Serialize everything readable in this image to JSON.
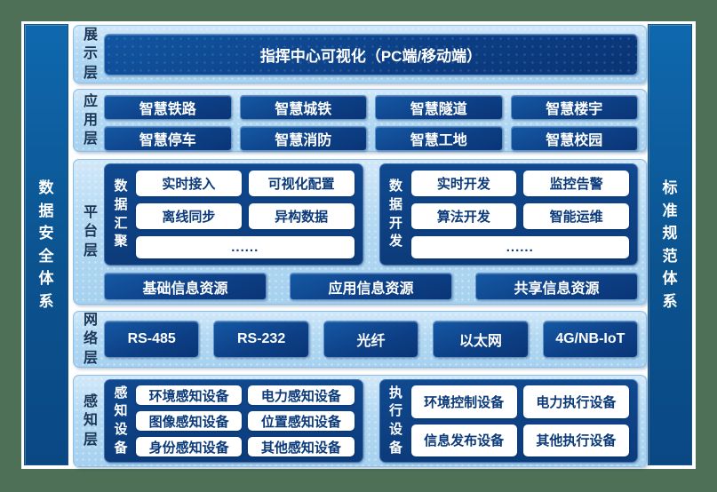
{
  "palette": {
    "frame_green": "#4D7056",
    "layer_light_blue": "#AFD7F2",
    "box_navy": "#0D3F85",
    "pillar_blue": "#0C5A9A",
    "label_navy": "#1B3557",
    "white_box_text": "#0B3A7A"
  },
  "pillars": {
    "left": "数据安全体系",
    "right": "标准规范体系"
  },
  "layers": {
    "presentation": {
      "label": "展示层",
      "box": "指挥中心可视化（PC端/移动端）"
    },
    "application": {
      "label": "应用层",
      "boxes": [
        "智慧铁路",
        "智慧城铁",
        "智慧隧道",
        "智慧楼宇",
        "智慧停车",
        "智慧消防",
        "智慧工地",
        "智慧校园"
      ]
    },
    "platform": {
      "label": "平台层",
      "groups": [
        {
          "name": "数据汇聚",
          "items": [
            "实时接入",
            "可视化配置",
            "离线同步",
            "异构数据",
            "......"
          ]
        },
        {
          "name": "数据开发",
          "items": [
            "实时开发",
            "监控告警",
            "算法开发",
            "智能运维",
            "......"
          ]
        }
      ],
      "resources": [
        "基础信息资源",
        "应用信息资源",
        "共享信息资源"
      ]
    },
    "network": {
      "label": "网络层",
      "boxes": [
        "RS-485",
        "RS-232",
        "光纤",
        "以太网",
        "4G/NB-IoT"
      ]
    },
    "perception": {
      "label": "感知层",
      "groups": [
        {
          "name": "感知设备",
          "items": [
            "环境感知设备",
            "电力感知设备",
            "图像感知设备",
            "位置感知设备",
            "身份感知设备",
            "其他感知设备"
          ]
        },
        {
          "name": "执行设备",
          "items": [
            "环境控制设备",
            "电力执行设备",
            "信息发布设备",
            "其他执行设备"
          ]
        }
      ]
    }
  }
}
